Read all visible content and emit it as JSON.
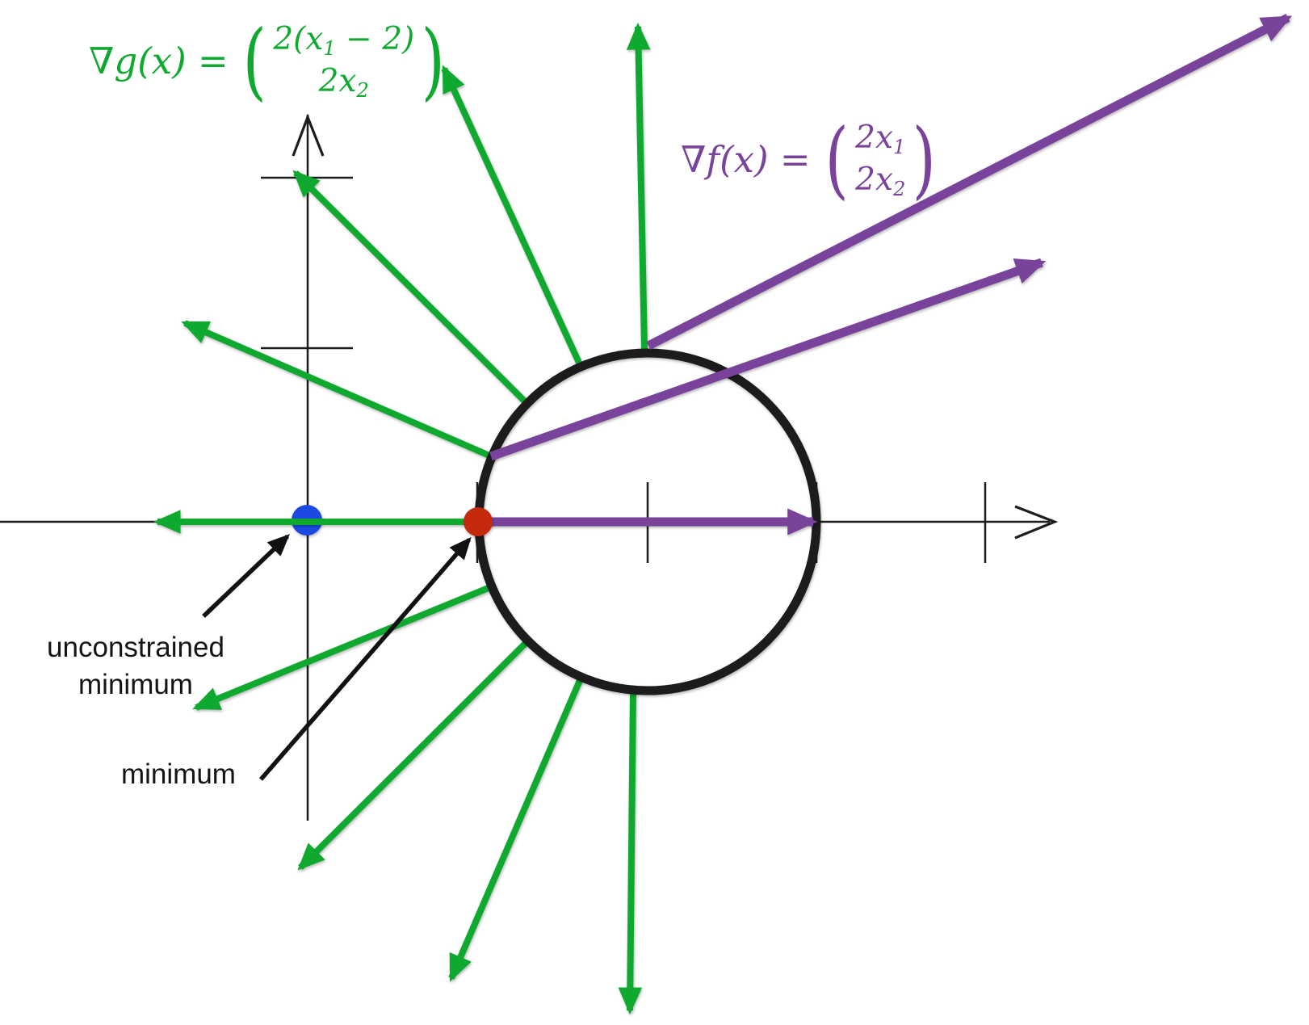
{
  "figure": {
    "colors": {
      "green": "#0fa930",
      "purple": "#79439b",
      "red": "#c52a0e",
      "blue": "#1c49e2",
      "axis": "#1c1c1c",
      "annotation": "#111111"
    },
    "formulas": {
      "gradient_g": {
        "lhs": "∇g(x) =",
        "paren_left": "(",
        "paren_right": ")",
        "top_pre": "2(x",
        "top_sub": "1",
        "top_post": " − 2)",
        "bottom_pre": "2x",
        "bottom_sub": "2"
      },
      "gradient_f": {
        "lhs": "∇f(x) =",
        "paren_left": "(",
        "paren_right": ")",
        "top_pre": "2x",
        "top_sub": "1",
        "top_post": "",
        "bottom_pre": "2x",
        "bottom_sub": "2"
      }
    },
    "labels": {
      "unconstrained_minimum": "unconstrained\nminimum",
      "minimum": "minimum"
    }
  }
}
